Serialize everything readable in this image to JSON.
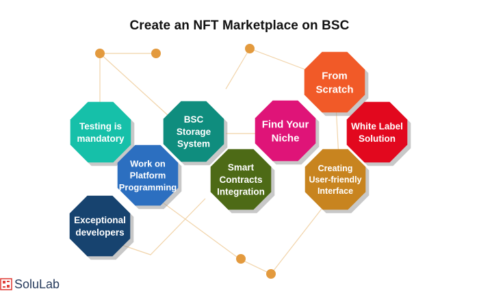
{
  "title": "Create an NFT Marketplace on BSC",
  "brand": {
    "name": "SoluLab",
    "color": "#253a5c",
    "mark_color": "#e0403a"
  },
  "colors": {
    "dot": "#e39a3e",
    "connector": "#f1d3a8"
  },
  "nodes": [
    {
      "id": "testing",
      "lines": [
        "Testing is",
        "mandatory"
      ],
      "color": "#16c0a9"
    },
    {
      "id": "bsc-storage",
      "lines": [
        "BSC",
        "Storage",
        "System"
      ],
      "color": "#0f8d7e"
    },
    {
      "id": "find-niche",
      "lines": [
        "Find Your",
        "Niche"
      ],
      "color": "#df1478"
    },
    {
      "id": "from-scratch",
      "lines": [
        "From",
        "Scratch"
      ],
      "color": "#f15a28"
    },
    {
      "id": "white-label",
      "lines": [
        "White Label",
        "Solution"
      ],
      "color": "#e2081e"
    },
    {
      "id": "work-platform",
      "lines": [
        "Work on",
        "Platform",
        "Programming"
      ],
      "color": "#2c6fc0"
    },
    {
      "id": "smart-contracts",
      "lines": [
        "Smart",
        "Contracts",
        "Integration"
      ],
      "color": "#4d6a16"
    },
    {
      "id": "user-interface",
      "lines": [
        "Creating",
        "User-friendly",
        "Interface"
      ],
      "color": "#c8841f"
    },
    {
      "id": "exceptional-devs",
      "lines": [
        "Exceptional",
        "developers"
      ],
      "color": "#17436f"
    }
  ]
}
